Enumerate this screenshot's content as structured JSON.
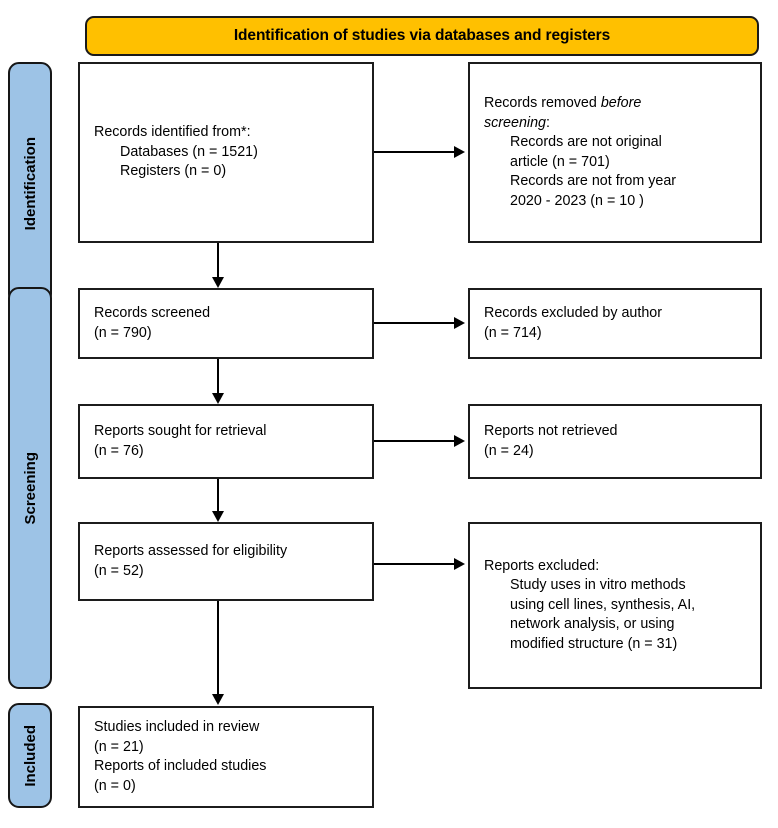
{
  "banner": {
    "title": "Identification of studies via databases and registers",
    "bg_color": "#FFC000"
  },
  "stages": [
    {
      "label": "Identification",
      "color": "#9DC3E6"
    },
    {
      "label": "Screening",
      "color": "#9DC3E6"
    },
    {
      "label": "Included",
      "color": "#9DC3E6"
    }
  ],
  "boxes": {
    "identified": {
      "line1": "Records identified from*:",
      "line2": "Databases (n = 1521)",
      "line3": "Registers (n = 0)"
    },
    "removed": {
      "line1a": "Records removed ",
      "line1b": "before",
      "line2a": "screening",
      "line2b": ":",
      "line3": "Records are not original",
      "line4": "article (n = 701)",
      "line5": "Records are not from year",
      "line6": "2020 - 2023 (n = 10 )"
    },
    "screened": {
      "line1": "Records screened",
      "line2": "(n = 790)"
    },
    "excluded_author": {
      "line1": "Records excluded by author",
      "line2": "(n = 714)"
    },
    "sought": {
      "line1": "Reports sought for retrieval",
      "line2": "(n = 76)"
    },
    "not_retrieved": {
      "line1": "Reports not retrieved",
      "line2": "(n = 24)"
    },
    "assessed": {
      "line1": "Reports assessed for eligibility",
      "line2": "(n = 52)"
    },
    "reports_excluded": {
      "line1": "Reports excluded:",
      "line2": "Study uses in vitro methods",
      "line3": "using cell lines, synthesis, AI,",
      "line4": "network analysis, or using",
      "line5": "modified structure (n = 31)"
    },
    "included": {
      "line1": "Studies included in review",
      "line2": "(n = 21)",
      "line3": "Reports of included studies",
      "line4": "(n = 0)"
    }
  }
}
